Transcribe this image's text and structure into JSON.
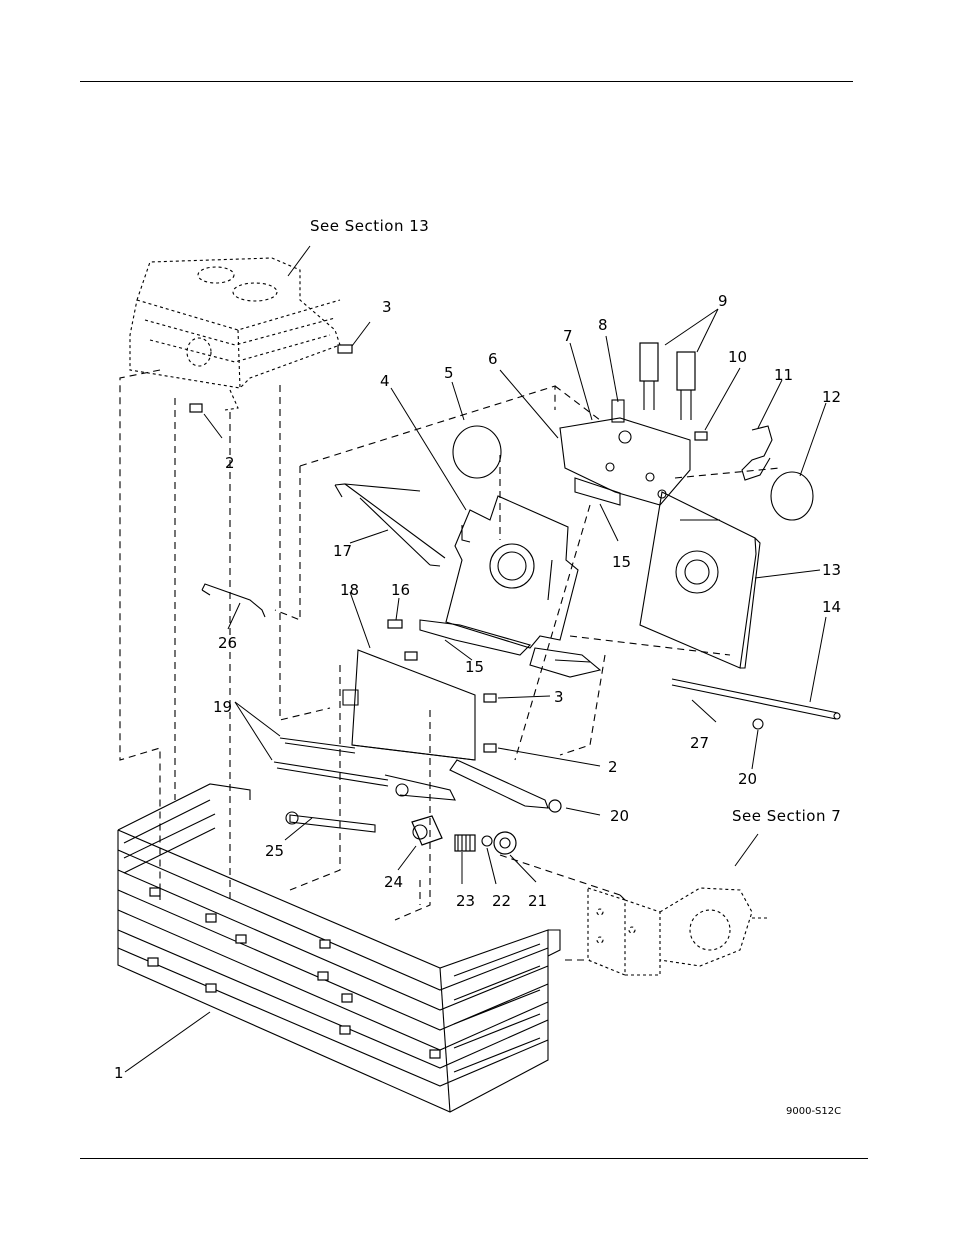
{
  "diagram": {
    "references": {
      "top": "See Section 13",
      "right": "See Section 7"
    },
    "drawing_code": "9000-S12C",
    "callouts": [
      {
        "id": "c1",
        "text": "1"
      },
      {
        "id": "c2a",
        "text": "2"
      },
      {
        "id": "c2b",
        "text": "2"
      },
      {
        "id": "c3a",
        "text": "3"
      },
      {
        "id": "c3b",
        "text": "3"
      },
      {
        "id": "c4",
        "text": "4"
      },
      {
        "id": "c5",
        "text": "5"
      },
      {
        "id": "c6",
        "text": "6"
      },
      {
        "id": "c7",
        "text": "7"
      },
      {
        "id": "c8",
        "text": "8"
      },
      {
        "id": "c9",
        "text": "9"
      },
      {
        "id": "c10",
        "text": "10"
      },
      {
        "id": "c11",
        "text": "11"
      },
      {
        "id": "c12",
        "text": "12"
      },
      {
        "id": "c13",
        "text": "13"
      },
      {
        "id": "c14",
        "text": "14"
      },
      {
        "id": "c15a",
        "text": "15"
      },
      {
        "id": "c15b",
        "text": "15"
      },
      {
        "id": "c16",
        "text": "16"
      },
      {
        "id": "c17",
        "text": "17"
      },
      {
        "id": "c18",
        "text": "18"
      },
      {
        "id": "c19",
        "text": "19"
      },
      {
        "id": "c20a",
        "text": "20"
      },
      {
        "id": "c20b",
        "text": "20"
      },
      {
        "id": "c21",
        "text": "21"
      },
      {
        "id": "c22",
        "text": "22"
      },
      {
        "id": "c23",
        "text": "23"
      },
      {
        "id": "c24",
        "text": "24"
      },
      {
        "id": "c25",
        "text": "25"
      },
      {
        "id": "c26",
        "text": "26"
      },
      {
        "id": "c27",
        "text": "27"
      }
    ]
  }
}
